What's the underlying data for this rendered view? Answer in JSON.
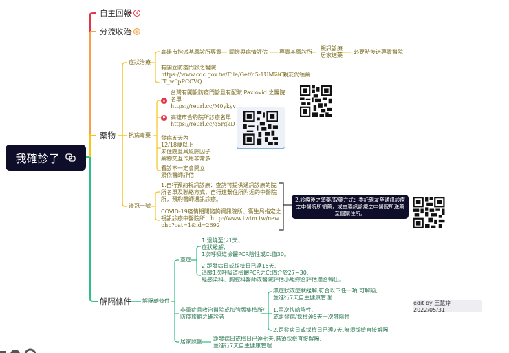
{
  "root": {
    "title": "我確診了",
    "icon": "link-icon"
  },
  "branches": {
    "self_report": {
      "label": "自主回報",
      "badge": "4",
      "color": "#e0364a"
    },
    "triage": {
      "label": "分流收治",
      "badge": "5",
      "color": "#f5a04a"
    },
    "medicine": {
      "label": "藥物",
      "color": "#f5c518"
    },
    "release": {
      "label": "解隔條件",
      "color": "#2dbd85"
    }
  },
  "medicine": {
    "symptom": {
      "label": "症狀治療",
      "row1": [
        "高雄市指派基層診所專責",
        "關懷與病情評估",
        "專責基層診所"
      ],
      "row1_split": [
        "視訊診療",
        "居家送藥"
      ],
      "row1_end": "必要時後送專責醫院",
      "row2_lines": [
        "有開立防疫門診之醫院",
        "https://www.cdc.gov.tw/File/Get/n5-1UM2iCI-",
        "IT_w0pPCCVQ"
      ],
      "row2_end": "親友代領藥"
    },
    "antiviral": {
      "label": "抗病毒藥",
      "item1_lines": [
        "台灣有開設防疫門診且有配賦 Paxlovid 之醫院",
        "名單",
        "https://reurl.cc/M0ykyv"
      ],
      "item1_marker": "star-marker",
      "item2_lines": [
        "高雄市合約院所診療名單",
        "https://reurl.cc/q5rgkD"
      ],
      "item2_marker": "flag-marker",
      "item3_lines": [
        "發病五天內",
        "12/18歲以上",
        "未住院且具風險因子",
        "藥物交互作用非常多"
      ],
      "item4_lines": [
        "看診不一定會開立",
        "須依醫師評估"
      ]
    },
    "qingguan": {
      "label": "清冠一號",
      "item1_lines": [
        "1.自行預約視訊診療：查詢可提供通訊診療的院",
        "所名單及聯絡方式，自行連繫住所附近的中醫院",
        "所，預約醫師通訊診療。"
      ],
      "item2_lines": [
        "COVID-19疫情相關諮詢資訊院所、衛生局指定之",
        "視訊診療中醫院所：http://www.twtm.tw/new.",
        "php?cat=1&id=2692"
      ],
      "callout": "2.診療後之領藥/取藥方式：委託親友至通訊診療之中醫院所領藥，或由通訊診療之中醫院所送藥至個案住所。"
    }
  },
  "release": {
    "sub_label": "解隔離條件",
    "severe": {
      "label": "重症",
      "item1_lines": [
        "1.退燒至少1天、",
        "症狀緩解,",
        "1次呼吸道檢體PCR陰性或Ct值30。"
      ],
      "item2_lines": [
        "2.距發病日或採檢日已達15天,",
        "追蹤1次呼吸道檢體PCR之Ct值介於27~30,",
        "經感染科、胸腔科醫師或醫院評估小組綜合評估適合轉出。"
      ]
    },
    "non_severe": {
      "label_lines": [
        "非重症且收治醫院或加強版集檢所/",
        "防疫旅館之確診者"
      ],
      "item1_lines": [
        "無症狀或症狀緩解,符合以下任一項,可解隔,",
        "並進行7天自主健康管理:"
      ],
      "item2_lines": [
        "1.兩次快篩陰性,",
        "或距發病/採檢達5天一次篩陰性"
      ],
      "item3": "2.距發病日或採檢日已達7天,無須採檢直接解隔"
    },
    "home_care": {
      "label": "居家照護",
      "lines": [
        "距發病日或檢日已達七天,無須採檢直接解隔,",
        "並進行7天自主健康管理"
      ]
    }
  },
  "footer": {
    "edit_note": "edit by 王慧婷 2022/05/31"
  }
}
